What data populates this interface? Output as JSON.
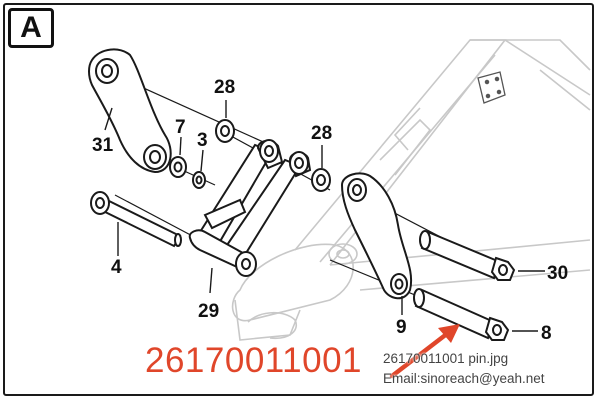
{
  "diagram": {
    "section_letter": "A",
    "callouts": {
      "c31": "31",
      "c28a": "28",
      "c7": "7",
      "c3": "3",
      "c28b": "28",
      "c4": "4",
      "c29": "29",
      "c30": "30",
      "c9": "9",
      "c8": "8"
    },
    "part_number": "26170011001",
    "watermark": {
      "filename": "26170011001 pin.jpg",
      "email": "Email:sinoreach@yeah.net"
    },
    "colors": {
      "line": "#1a1a1a",
      "faint_line": "#c8c8c8",
      "accent": "#e0462a"
    }
  }
}
